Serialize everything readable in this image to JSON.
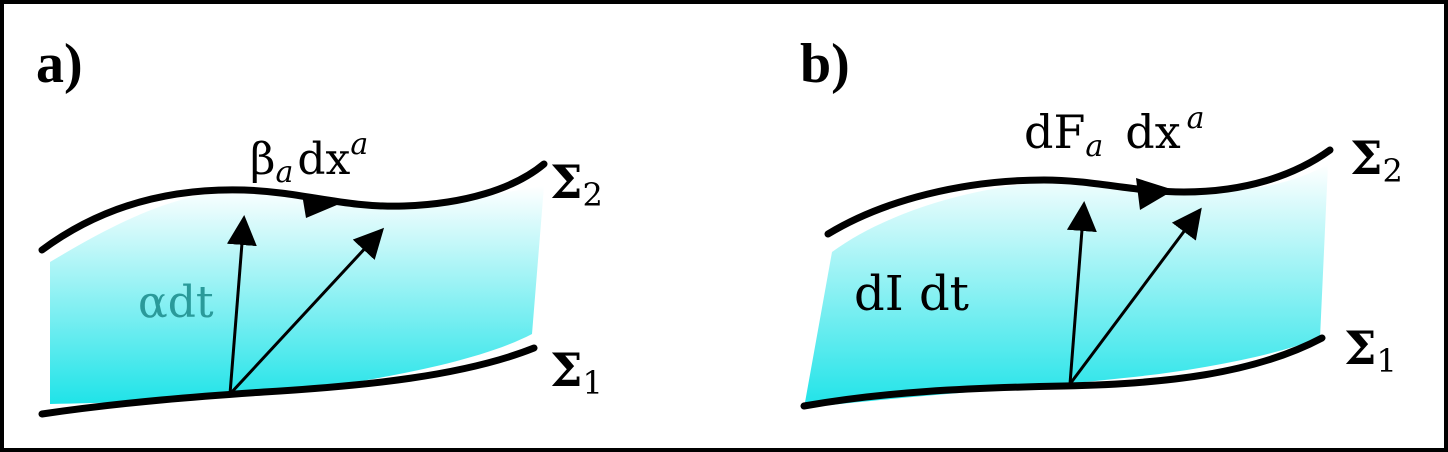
{
  "panels": {
    "a": {
      "label": "a)",
      "sigma2": "Σ",
      "sigma2_sub": "2",
      "sigma1": "Σ",
      "sigma1_sub": "1",
      "top_label_main": "β",
      "top_label_sub": "a",
      "top_label_rest": "dx",
      "top_label_sup": "a",
      "side_label": "αdt",
      "side_label_color": "#2a9a9a"
    },
    "b": {
      "label": "b)",
      "sigma2": "Σ",
      "sigma2_sub": "2",
      "sigma1": "Σ",
      "sigma1_sub": "1",
      "top_label_main": "dF",
      "top_label_sub": "a",
      "top_label_rest": "dx",
      "top_label_sup": "a",
      "area_label": "dI dt"
    }
  },
  "colors": {
    "fill_top": "#ffffff",
    "fill_bottom": "#1fe3e8",
    "curve": "#000000"
  }
}
